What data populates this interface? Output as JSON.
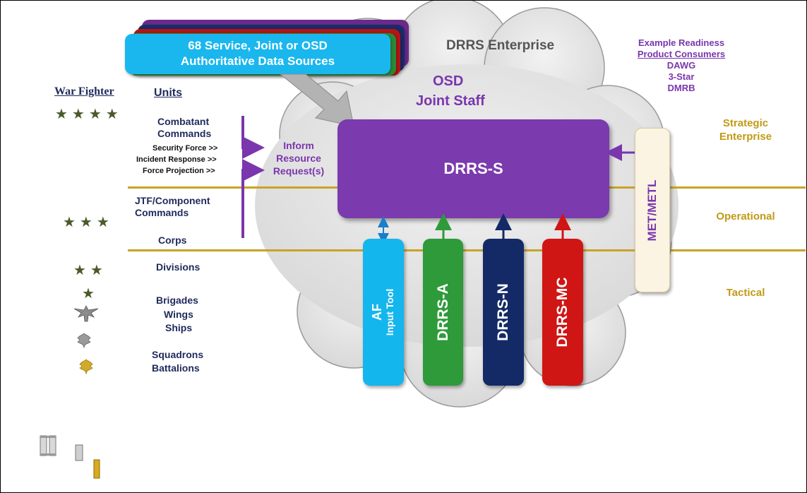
{
  "header": {
    "enterprise_title": "DRRS Enterprise",
    "sources_line1": "68 Service,  Joint or OSD",
    "sources_line2": "Authoritative Data Sources",
    "osd": "OSD",
    "joint_staff": "Joint Staff"
  },
  "consumers": {
    "line1": "Example Readiness",
    "line2": "Product Consumers",
    "items": [
      "DAWG",
      "3-Star",
      "DMRB"
    ]
  },
  "left": {
    "war_fighter": "War Fighter",
    "units": "Units",
    "combatant_line1": "Combatant",
    "combatant_line2": "Commands",
    "roles": [
      "Security Force >>",
      "Incident Response >>",
      "Force Projection >>"
    ],
    "jtf_line1": "JTF/Component",
    "jtf_line2": "Commands",
    "corps": "Corps",
    "divisions": "Divisions",
    "brigades": "Brigades",
    "wings": "Wings",
    "ships": "Ships",
    "squadrons": "Squadrons",
    "battalions": "Battalions"
  },
  "inform": {
    "line1": "Inform",
    "line2": "Resource",
    "line3": "Request(s)"
  },
  "ranks": {
    "four_star": "★★★★",
    "three_star": "★★★",
    "two_star": "★★",
    "one_star": "★"
  },
  "levels": {
    "strategic_line1": "Strategic",
    "strategic_line2": "Enterprise",
    "operational": "Operational",
    "tactical": "Tactical"
  },
  "central": {
    "drrs_s": "DRRS-S",
    "met": "MET/METL"
  },
  "tools": {
    "af_line1": "AF",
    "af_line2": "Input Tool",
    "army": "DRRS-A",
    "navy": "DRRS-N",
    "marines": "DRRS-MC"
  },
  "colors": {
    "drrs_s": "#7b3aad",
    "af": "#14b6ee",
    "army": "#2f9a3a",
    "navy": "#132a66",
    "marines": "#d01515",
    "met": "#fbf4e2",
    "band": "#c9a326",
    "navy_text": "#1f2a5c",
    "purple_text": "#7a36ad",
    "gold_text": "#c19a16"
  }
}
